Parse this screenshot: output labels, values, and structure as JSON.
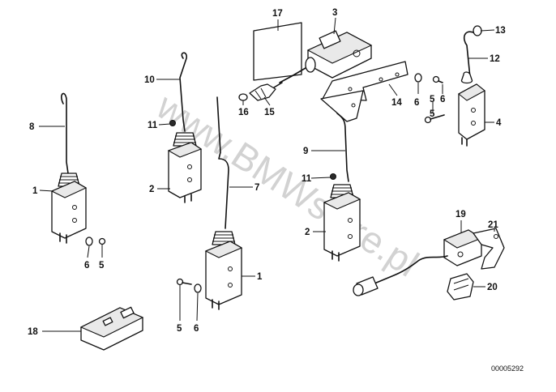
{
  "diagram": {
    "watermark": "www.BMWstore.pl",
    "reference_number": "00005292",
    "callouts": [
      "17",
      "3",
      "13",
      "12",
      "10",
      "16",
      "15",
      "14",
      "6",
      "5",
      "4",
      "8",
      "11",
      "9",
      "7",
      "1",
      "2",
      "19",
      "21",
      "20",
      "18"
    ],
    "colors": {
      "line": "#111111",
      "background": "#ffffff",
      "watermark": "#d2d2d2"
    }
  }
}
